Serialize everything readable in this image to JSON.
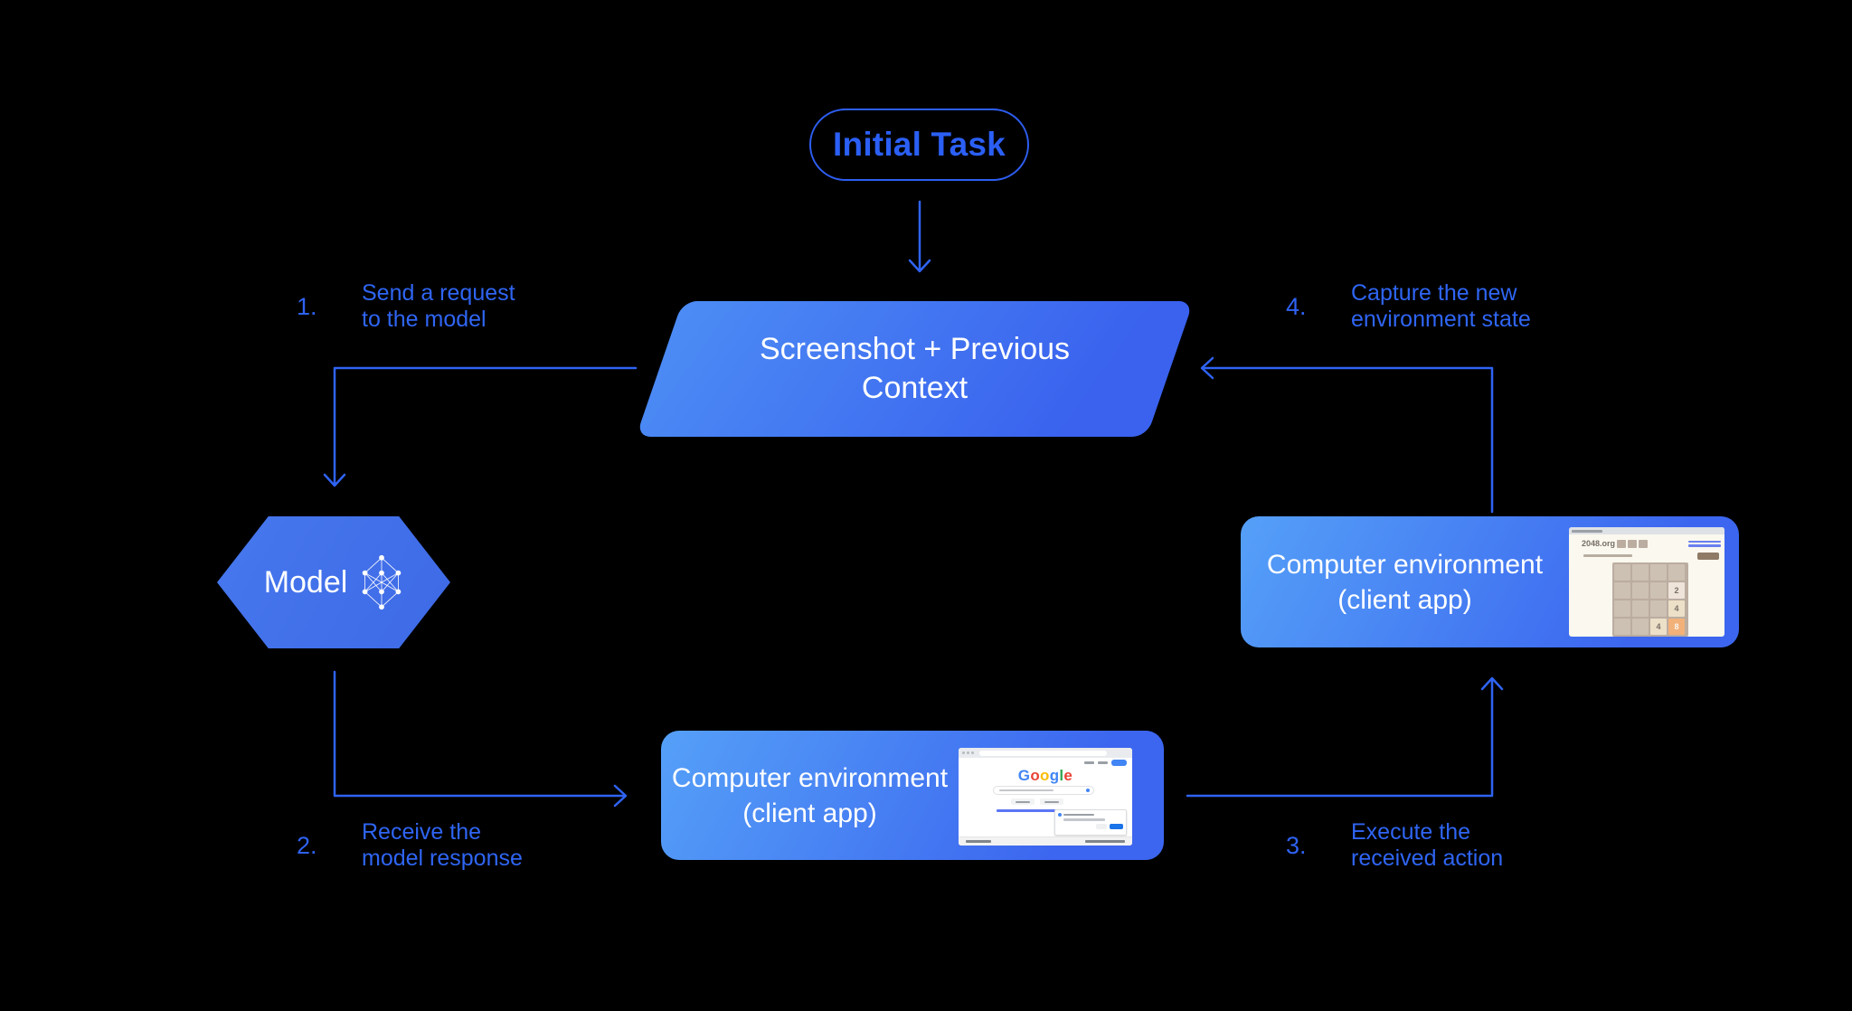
{
  "canvas": {
    "background": "#000000",
    "accent_blue": "#2F63F3",
    "shape_gradient_from": "#4C8CF5",
    "shape_gradient_to": "#3A62EE",
    "text_on_shapes": "#FFFFFF"
  },
  "nodes": {
    "initial_task": {
      "label": "Initial Task"
    },
    "screenshot_context": {
      "line1": "Screenshot + Previous",
      "line2": "Context"
    },
    "model": {
      "label": "Model"
    },
    "env_right": {
      "line1": "Computer environment",
      "line2": "(client app)"
    },
    "env_bottom": {
      "line1": "Computer environment",
      "line2": "(client app)"
    }
  },
  "steps": {
    "step1": {
      "number": "1.",
      "line1": "Send a request",
      "line2": "to the model"
    },
    "step2": {
      "number": "2.",
      "line1": "Receive the",
      "line2": "model response"
    },
    "step3": {
      "number": "3.",
      "line1": "Execute the",
      "line2": "received action"
    },
    "step4": {
      "number": "4.",
      "line1": "Capture the new",
      "line2": "environment state"
    }
  },
  "screenshots": {
    "game_2048": {
      "title": "2048.org",
      "grid": [
        "",
        "",
        "",
        "",
        "",
        "",
        "",
        "2",
        "",
        "",
        "",
        "4",
        "",
        "",
        "4",
        "8"
      ],
      "board_color": "#bbada0",
      "empty_cell_color": "#cdc1b4",
      "tile_colors": {
        "2": "#eee4da",
        "4": "#ede0c8",
        "8": "#f2b179"
      },
      "new_game_button_color": "#8f7a66"
    },
    "google": {
      "logo_letters": [
        {
          "ch": "G",
          "color": "#4285F4"
        },
        {
          "ch": "o",
          "color": "#EA4335"
        },
        {
          "ch": "o",
          "color": "#FBBC05"
        },
        {
          "ch": "g",
          "color": "#4285F4"
        },
        {
          "ch": "l",
          "color": "#34A853"
        },
        {
          "ch": "e",
          "color": "#EA4335"
        }
      ],
      "signin_button_color": "#4285F4",
      "dialog_button_color": "#1a73e8"
    }
  }
}
